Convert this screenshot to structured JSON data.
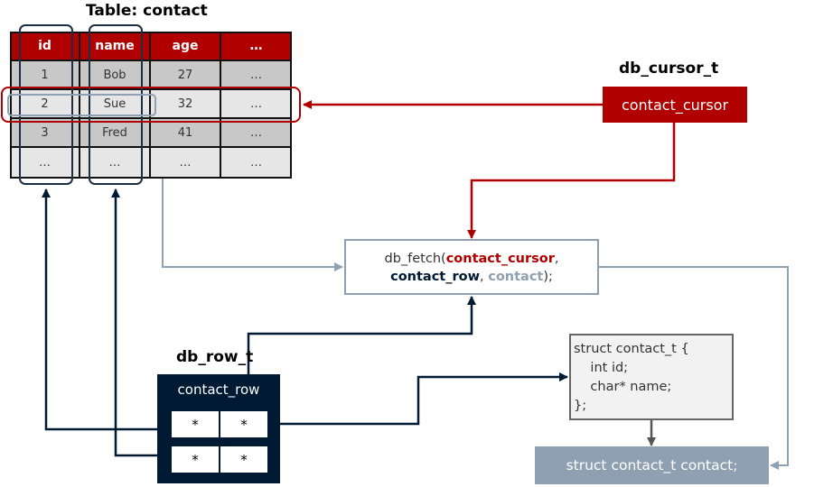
{
  "table": {
    "title": "Table: contact",
    "headers": [
      "id",
      "name",
      "age",
      "…"
    ],
    "rows": [
      [
        "1",
        "Bob",
        "27",
        "…"
      ],
      [
        "2",
        "Sue",
        "32",
        "…"
      ],
      [
        "3",
        "Fred",
        "41",
        "…"
      ],
      [
        "…",
        "…",
        "…",
        "…"
      ]
    ]
  },
  "cursor": {
    "type_label": "db_cursor_t",
    "name": "contact_cursor"
  },
  "fetch": {
    "fn": "db_fetch(",
    "arg1": "contact_cursor",
    "comma1": ",",
    "arg2": "contact_row",
    "comma2": ", ",
    "arg3": "contact",
    "close": ");"
  },
  "row": {
    "type_label": "db_row_t",
    "name": "contact_row",
    "cells": [
      "*",
      "*",
      "*",
      "*"
    ]
  },
  "struct": {
    "lines": [
      "struct contact_t {",
      "    int id;",
      "    char* name;",
      "};"
    ],
    "instance": "struct contact_t contact;"
  },
  "colors": {
    "red": "#b00000",
    "navy": "#001a33",
    "slate": "#8fa0b2",
    "grey_dark": "#555555",
    "row_light": "#e6e6e6",
    "row_dark": "#c8c8c8"
  }
}
